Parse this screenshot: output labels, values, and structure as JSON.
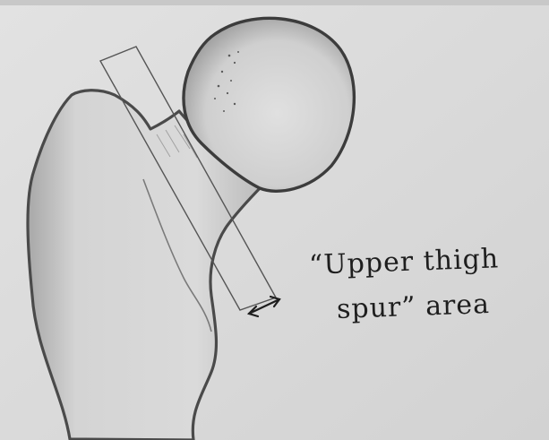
{
  "annotation": {
    "line1": "“Upper thigh",
    "line2": "spur” area"
  },
  "icons": [
    "femur-bone-sketch",
    "measurement-box",
    "double-arrow-icon"
  ]
}
